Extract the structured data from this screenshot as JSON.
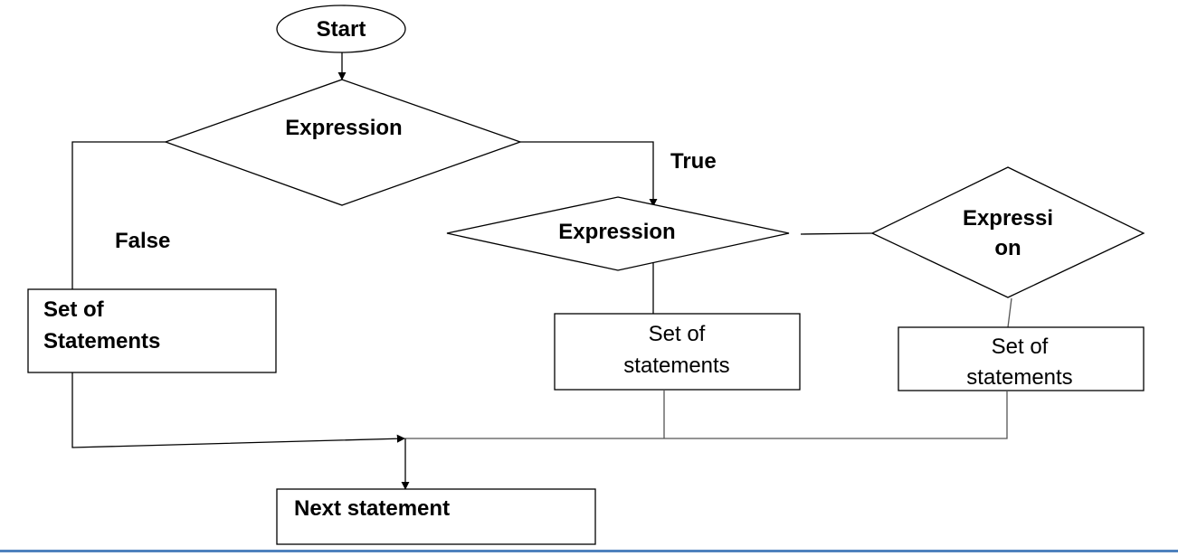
{
  "nodes": {
    "start": {
      "label": "Start"
    },
    "expression_main": {
      "label": "Expression"
    },
    "expression_true": {
      "label": "Expression"
    },
    "expression_right": {
      "label_line1": "Expressi",
      "label_line2": "on"
    },
    "set_left": {
      "label_line1": "Set of",
      "label_line2": "Statements"
    },
    "set_middle": {
      "label_line1": "Set of",
      "label_line2": "statements"
    },
    "set_right": {
      "label_line1": "Set of",
      "label_line2": "statements"
    },
    "next": {
      "label": "Next statement"
    }
  },
  "edge_labels": {
    "true": "True",
    "false": "False"
  },
  "colors": {
    "stroke": "#000000",
    "connector_gray": "#555555",
    "slide_rule": "#4f81bd"
  }
}
